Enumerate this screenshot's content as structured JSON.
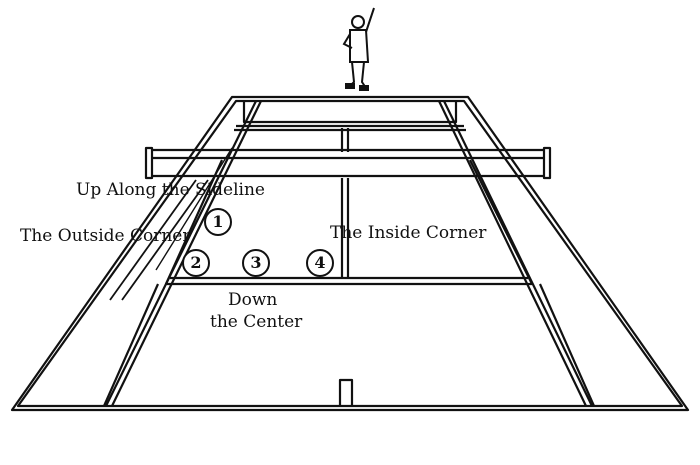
{
  "labels": {
    "sideline": "Up Along the Sideline",
    "outside_corner": "The Outside Corner",
    "inside_corner": "The Inside Corner",
    "center_line1": "Down",
    "center_line2": "the Center"
  },
  "targets": [
    "1",
    "2",
    "3",
    "4"
  ],
  "colors": {
    "line": "#111111",
    "background": "#ffffff"
  }
}
